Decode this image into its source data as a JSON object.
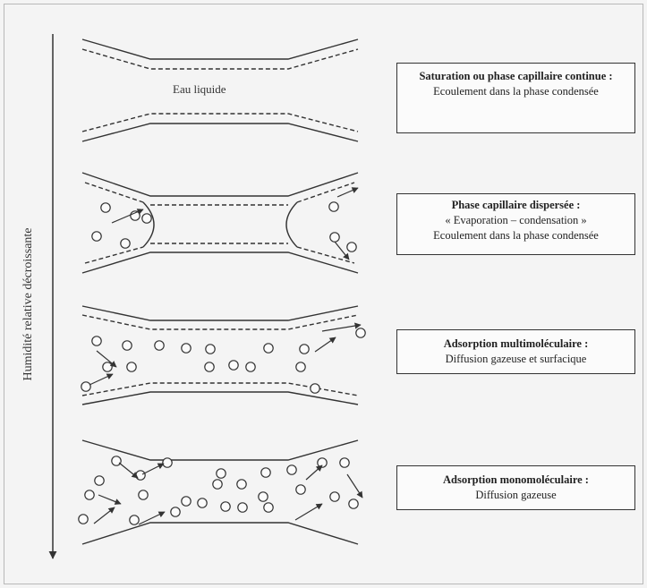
{
  "axis_label": "Humidité relative décroissante",
  "liquid_label": "Eau liquide",
  "stages": [
    {
      "title": "Saturation ou phase capillaire continue :",
      "description": "Ecoulement dans la phase condensée"
    },
    {
      "title": "Phase capillaire dispersée :",
      "description": "« Evaporation – condensation »",
      "description2": "Ecoulement dans la phase condensée"
    },
    {
      "title": "Adsorption multimoléculaire :",
      "description": "Diffusion gazeuse et surfacique"
    },
    {
      "title": "Adsorption monomoléculaire :",
      "description": "Diffusion gazeuse"
    }
  ],
  "colors": {
    "line": "#333333",
    "background": "#f4f4f4"
  }
}
